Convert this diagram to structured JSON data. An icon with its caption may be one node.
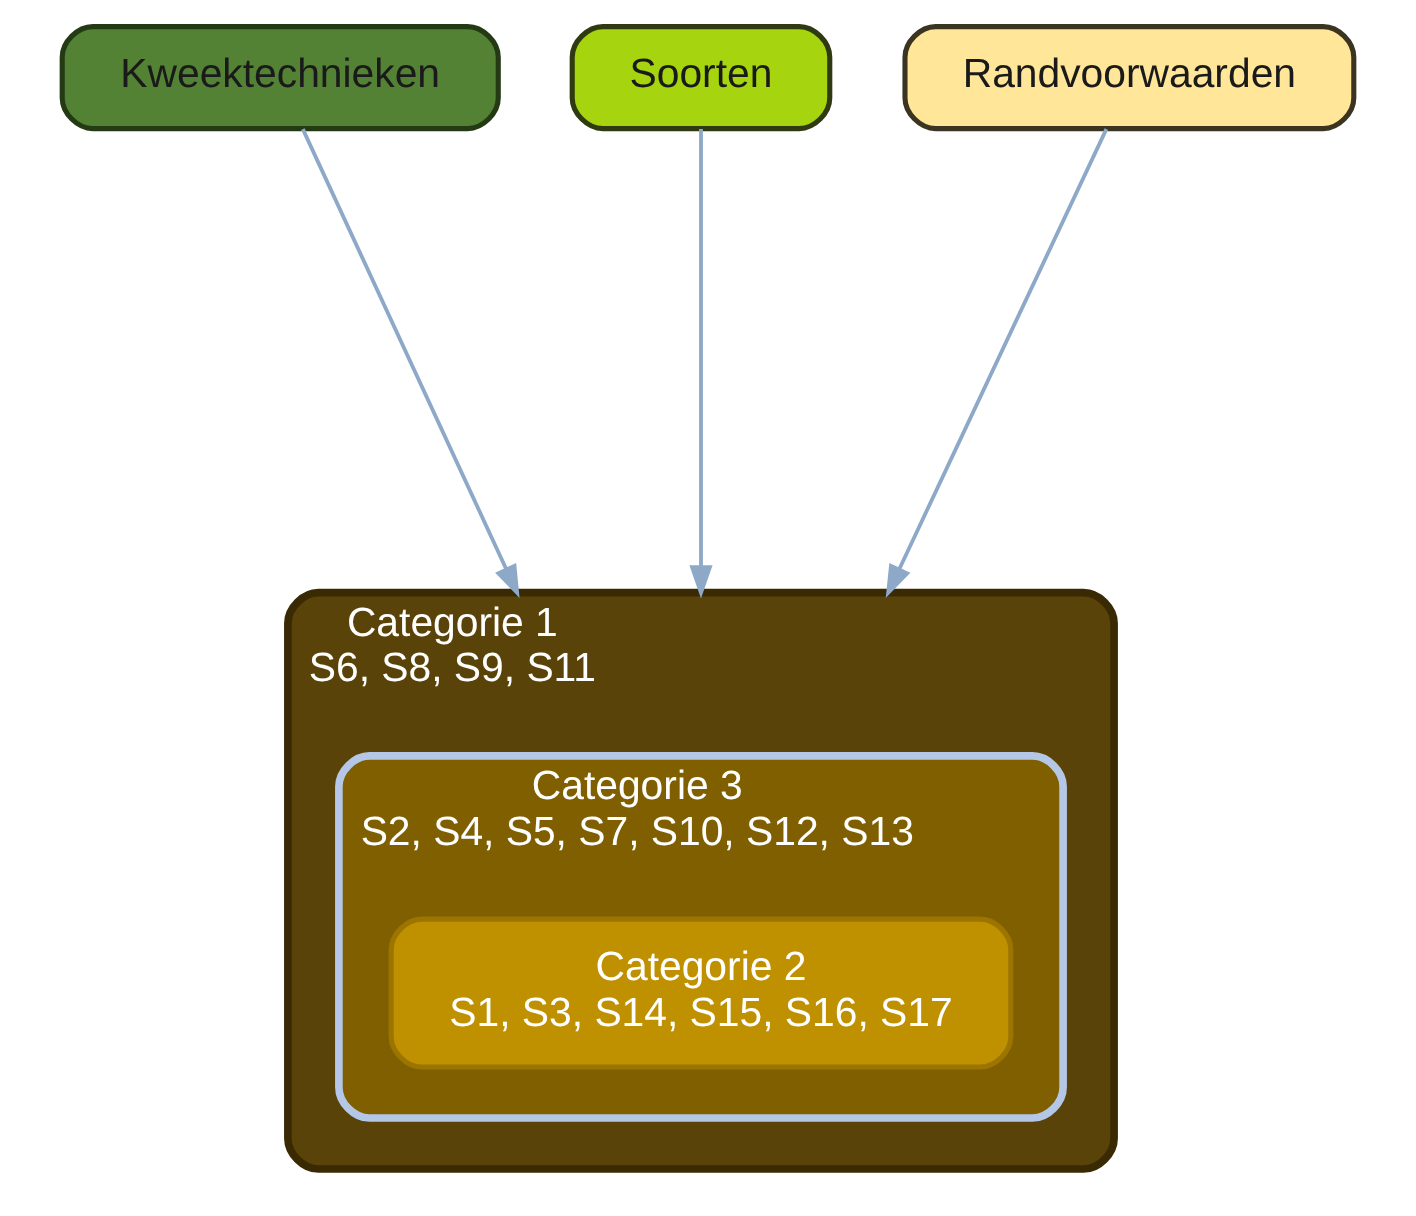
{
  "diagram": {
    "nodes": [
      {
        "text": [
          "Kweektechnieken"
        ]
      },
      {
        "text": [
          "Soorten"
        ]
      },
      {
        "text": [
          "Randvoorwaarden"
        ]
      },
      {
        "text": [
          "Categorie 1",
          "S6, S8, S9, S11"
        ]
      },
      {
        "text": [
          "Categorie 3",
          "S2, S4, S5, S7, S10, S12, S13"
        ],
        "in": 3
      },
      {
        "text": [
          "Categorie 2",
          "S1, S3, S14, S15, S16, S17"
        ],
        "in": 4
      }
    ],
    "edges": [
      {
        "from": 0,
        "to": 3,
        "arrow": "to"
      },
      {
        "from": 1,
        "to": 3,
        "arrow": "to"
      },
      {
        "from": 2,
        "to": 3,
        "arrow": "to"
      }
    ]
  }
}
